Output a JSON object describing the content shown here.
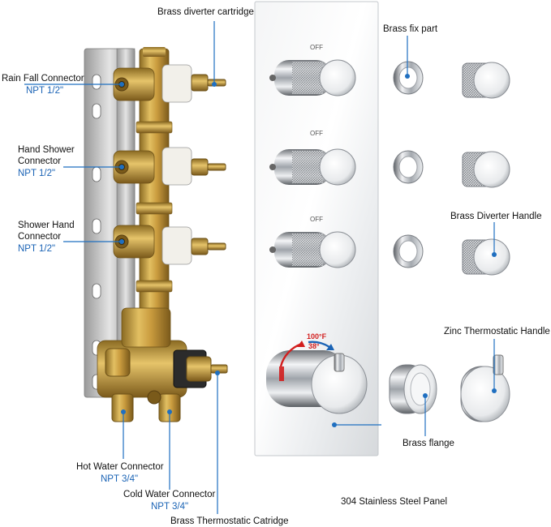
{
  "colors": {
    "leader": "#1f6fc0",
    "label_text": "#111111",
    "spec_text": "#1a63b5",
    "brass": "#c9a24a",
    "chrome": "#d9dde2",
    "temp_red": "#d21e1e",
    "temp_blue": "#1a63b5"
  },
  "panel": {
    "off_labels": [
      "OFF",
      "OFF",
      "OFF"
    ],
    "temp_f": "100°F",
    "temp_c": "38°"
  },
  "labels": {
    "brass_diverter_cartridge": "Brass diverter cartridge",
    "rain_fall_connector": "Rain Fall Connector",
    "rain_fall_spec": "NPT 1/2\"",
    "hand_shower_line1": "Hand Shower",
    "hand_shower_line2": "Connector",
    "hand_shower_spec": "NPT 1/2\"",
    "shower_hand_line1": "Shower Hand",
    "shower_hand_line2": "Connector",
    "shower_hand_spec": "NPT 1/2\"",
    "hot_water_connector": "Hot Water Connector",
    "hot_water_spec": "NPT 3/4\"",
    "cold_water_connector": "Cold Water Connector",
    "cold_water_spec": "NPT 3/4\"",
    "brass_thermostatic_cartridge": "Brass Thermostatic Catridge",
    "brass_fix_part": "Brass fix part",
    "brass_diverter_handle": "Brass Diverter Handle",
    "zinc_thermostatic_handle": "Zinc Thermostatic Handle",
    "brass_flange": "Brass flange",
    "stainless_panel": "304 Stainless Steel Panel"
  }
}
